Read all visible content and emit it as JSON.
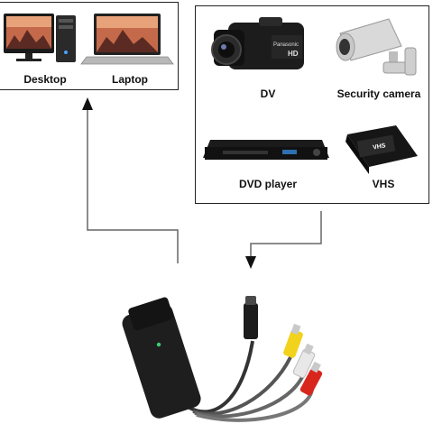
{
  "computers": {
    "desktop_label": "Desktop",
    "laptop_label": "Laptop"
  },
  "sources": {
    "dv_label": "DV",
    "security_camera_label": "Security camera",
    "dvd_player_label": "DVD player",
    "vhs_label": "VHS"
  },
  "camera_brand_text": "Panasonic",
  "hd_badge_text": "HD",
  "vhs_tape_text": "VHS",
  "colors": {
    "outline": "#222222",
    "connector_line": "#666666",
    "rca_yellow": "#f2d21b",
    "rca_white": "#e8e8e8",
    "rca_red": "#d8261d"
  }
}
